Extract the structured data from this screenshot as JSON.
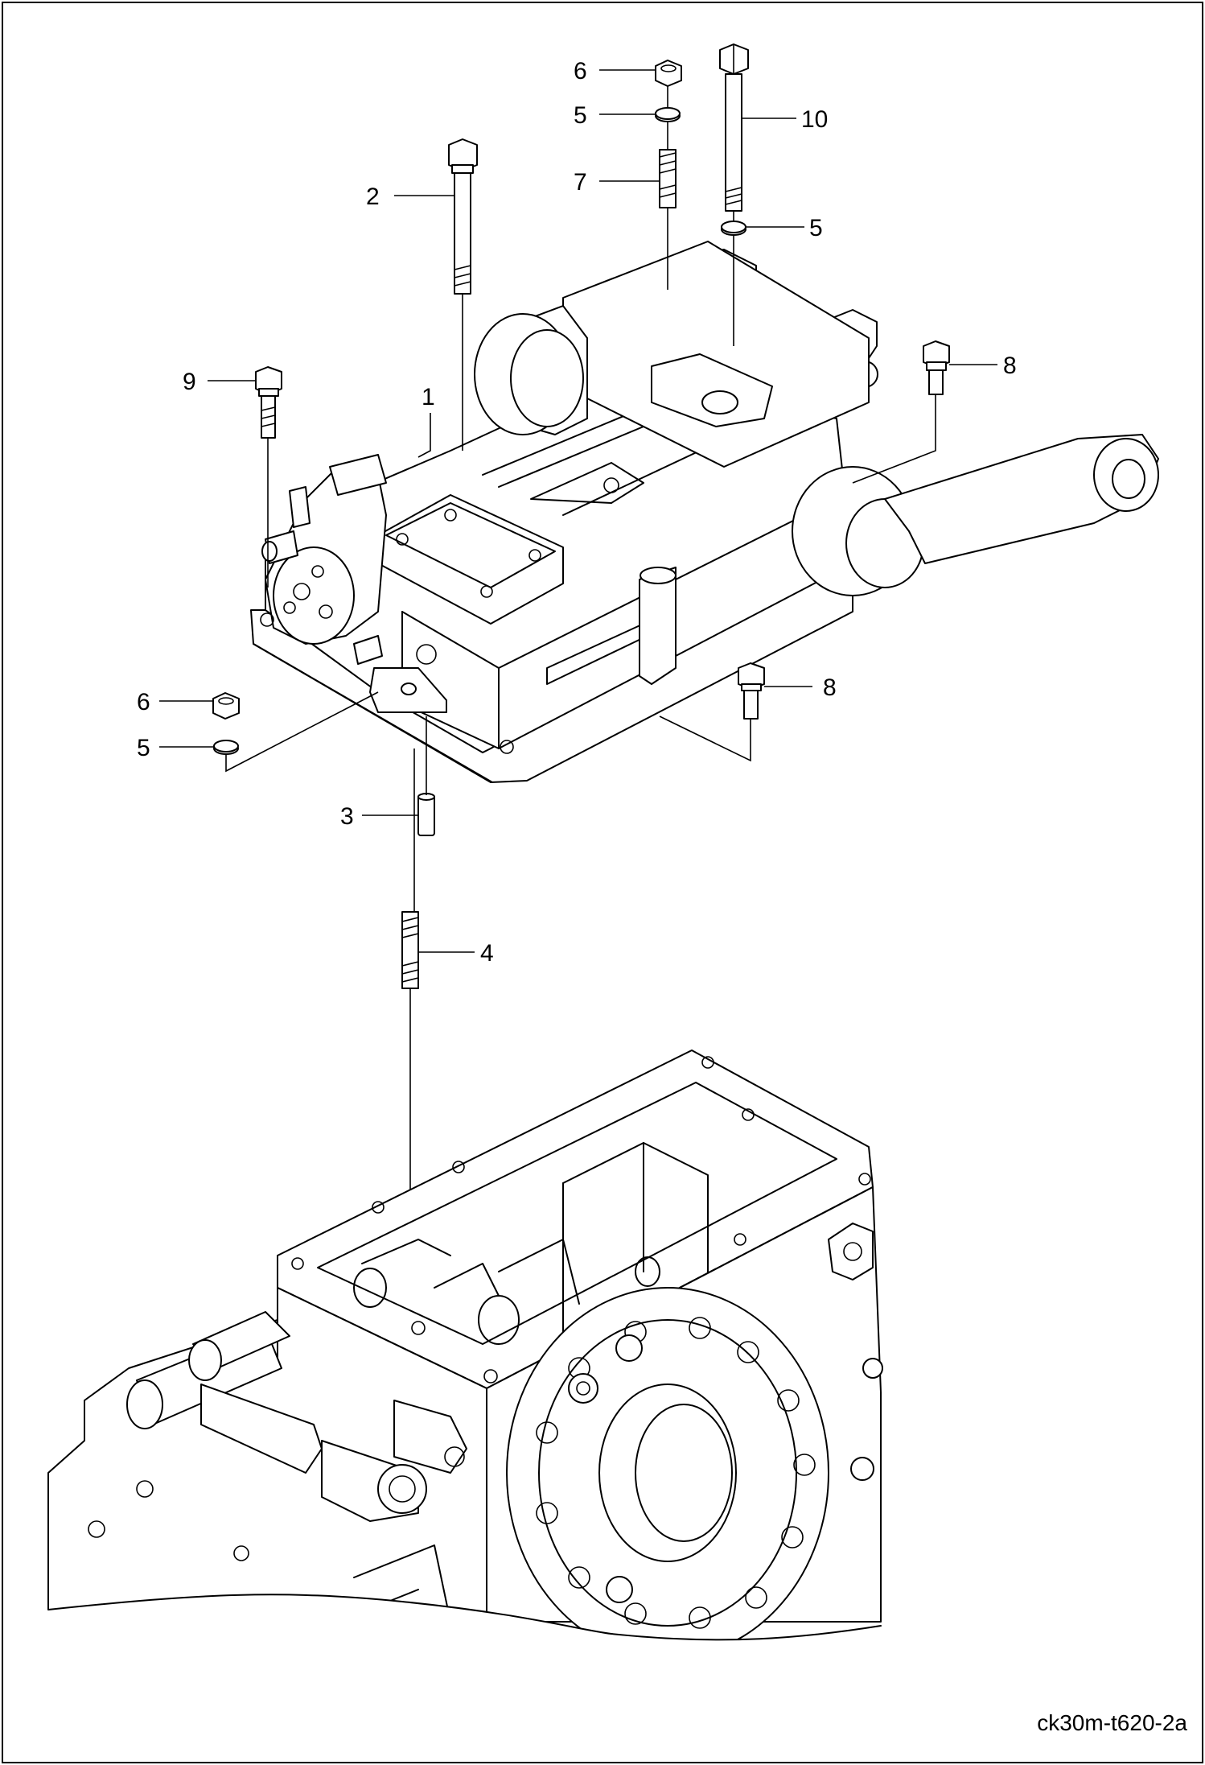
{
  "callouts": {
    "c6_top": "6",
    "c5_top": "5",
    "c7": "7",
    "c10": "10",
    "c5_right": "5",
    "c2": "2",
    "c8_right": "8",
    "c9": "9",
    "c1": "1",
    "c6_left": "6",
    "c5_left": "5",
    "c8_bottom": "8",
    "c3": "3",
    "c4": "4"
  },
  "drawing_code": "ck30m-t620-2a"
}
